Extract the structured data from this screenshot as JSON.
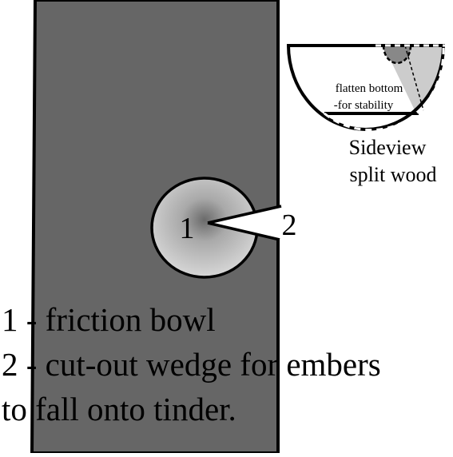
{
  "diagram": {
    "board_color": "#666666",
    "wood_light_color": "#cccccc",
    "outline_color": "#000000",
    "markers": {
      "bowl": "1",
      "wedge": "2"
    },
    "sideview": {
      "note_line1": "flatten bottom",
      "note_line2": "-for stability",
      "caption_line1": "Sideview",
      "caption_line2": "split wood"
    },
    "legend": {
      "line1": "1 - friction bowl",
      "line2": "2 - cut-out wedge for embers",
      "line3": "to fall onto tinder."
    }
  }
}
